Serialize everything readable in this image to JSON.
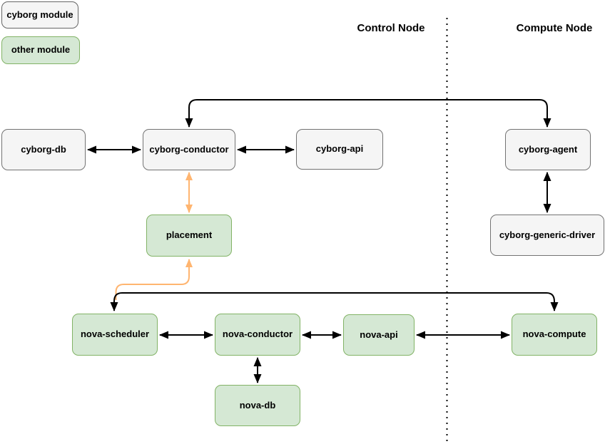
{
  "legend": {
    "cyborg_module": "cyborg module",
    "other_module": "other module"
  },
  "sections": {
    "control": "Control Node",
    "compute": "Compute Node"
  },
  "nodes": {
    "cyborg_db": {
      "label": "cyborg-db",
      "type": "cyborg module"
    },
    "cyborg_conductor": {
      "label": "cyborg-conductor",
      "type": "cyborg module"
    },
    "cyborg_api": {
      "label": "cyborg-api",
      "type": "cyborg module"
    },
    "cyborg_agent": {
      "label": "cyborg-agent",
      "type": "cyborg module"
    },
    "placement": {
      "label": "placement",
      "type": "other module"
    },
    "cyborg_generic_driver": {
      "label": "cyborg-generic-driver",
      "type": "cyborg module"
    },
    "nova_scheduler": {
      "label": "nova-scheduler",
      "type": "other module"
    },
    "nova_conductor": {
      "label": "nova-conductor",
      "type": "other module"
    },
    "nova_api": {
      "label": "nova-api",
      "type": "other module"
    },
    "nova_compute": {
      "label": "nova-compute",
      "type": "other module"
    },
    "nova_db": {
      "label": "nova-db",
      "type": "other module"
    }
  },
  "edges": [
    {
      "from": "cyborg-db",
      "to": "cyborg-conductor",
      "direction": "bidirectional",
      "color": "black",
      "route": "straight"
    },
    {
      "from": "cyborg-conductor",
      "to": "cyborg-api",
      "direction": "bidirectional",
      "color": "black",
      "route": "straight"
    },
    {
      "from": "cyborg-conductor",
      "to": "cyborg-agent",
      "direction": "bidirectional",
      "color": "black",
      "route": "over-top"
    },
    {
      "from": "cyborg-agent",
      "to": "cyborg-generic-driver",
      "direction": "bidirectional",
      "color": "black",
      "route": "straight"
    },
    {
      "from": "cyborg-conductor",
      "to": "placement",
      "direction": "bidirectional",
      "color": "orange",
      "route": "straight"
    },
    {
      "from": "nova-scheduler",
      "to": "placement",
      "direction": "one-way",
      "color": "orange",
      "route": "elbow"
    },
    {
      "from": "nova-scheduler",
      "to": "nova-compute",
      "direction": "bidirectional",
      "color": "black",
      "route": "over-top"
    },
    {
      "from": "nova-scheduler",
      "to": "nova-conductor",
      "direction": "bidirectional",
      "color": "black",
      "route": "straight"
    },
    {
      "from": "nova-conductor",
      "to": "nova-api",
      "direction": "bidirectional",
      "color": "black",
      "route": "straight"
    },
    {
      "from": "nova-api",
      "to": "nova-compute",
      "direction": "bidirectional",
      "color": "black",
      "route": "straight"
    },
    {
      "from": "nova-conductor",
      "to": "nova-db",
      "direction": "bidirectional",
      "color": "black",
      "route": "straight"
    }
  ],
  "colors": {
    "cyborg_fill": "#f5f5f5",
    "cyborg_border": "#737373",
    "other_fill": "#d5e8d4",
    "other_border": "#82b366",
    "edge_black": "#000000",
    "edge_orange": "#ffb570",
    "divider": "#000000"
  }
}
